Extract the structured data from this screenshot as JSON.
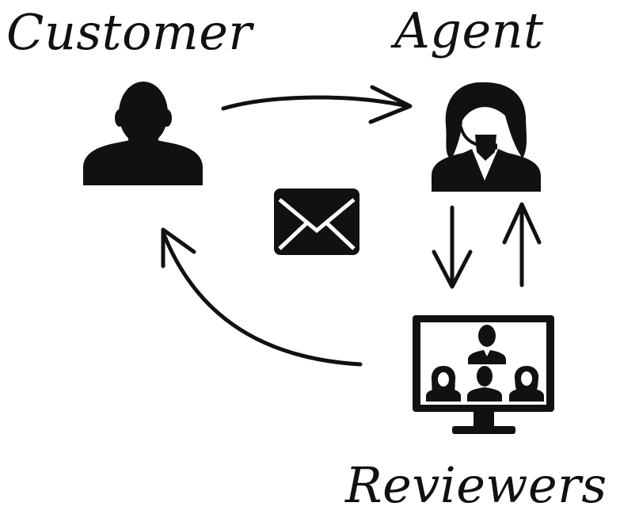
{
  "labels": {
    "customer": "Customer",
    "agent": "Agent",
    "reviewers": "Reviewers"
  },
  "icons": {
    "customer": "user-icon",
    "agent": "headset-agent-icon",
    "message": "envelope-icon",
    "reviewers": "video-conference-monitor-icon"
  },
  "colors": {
    "ink": "#111111",
    "background": "#ffffff"
  }
}
